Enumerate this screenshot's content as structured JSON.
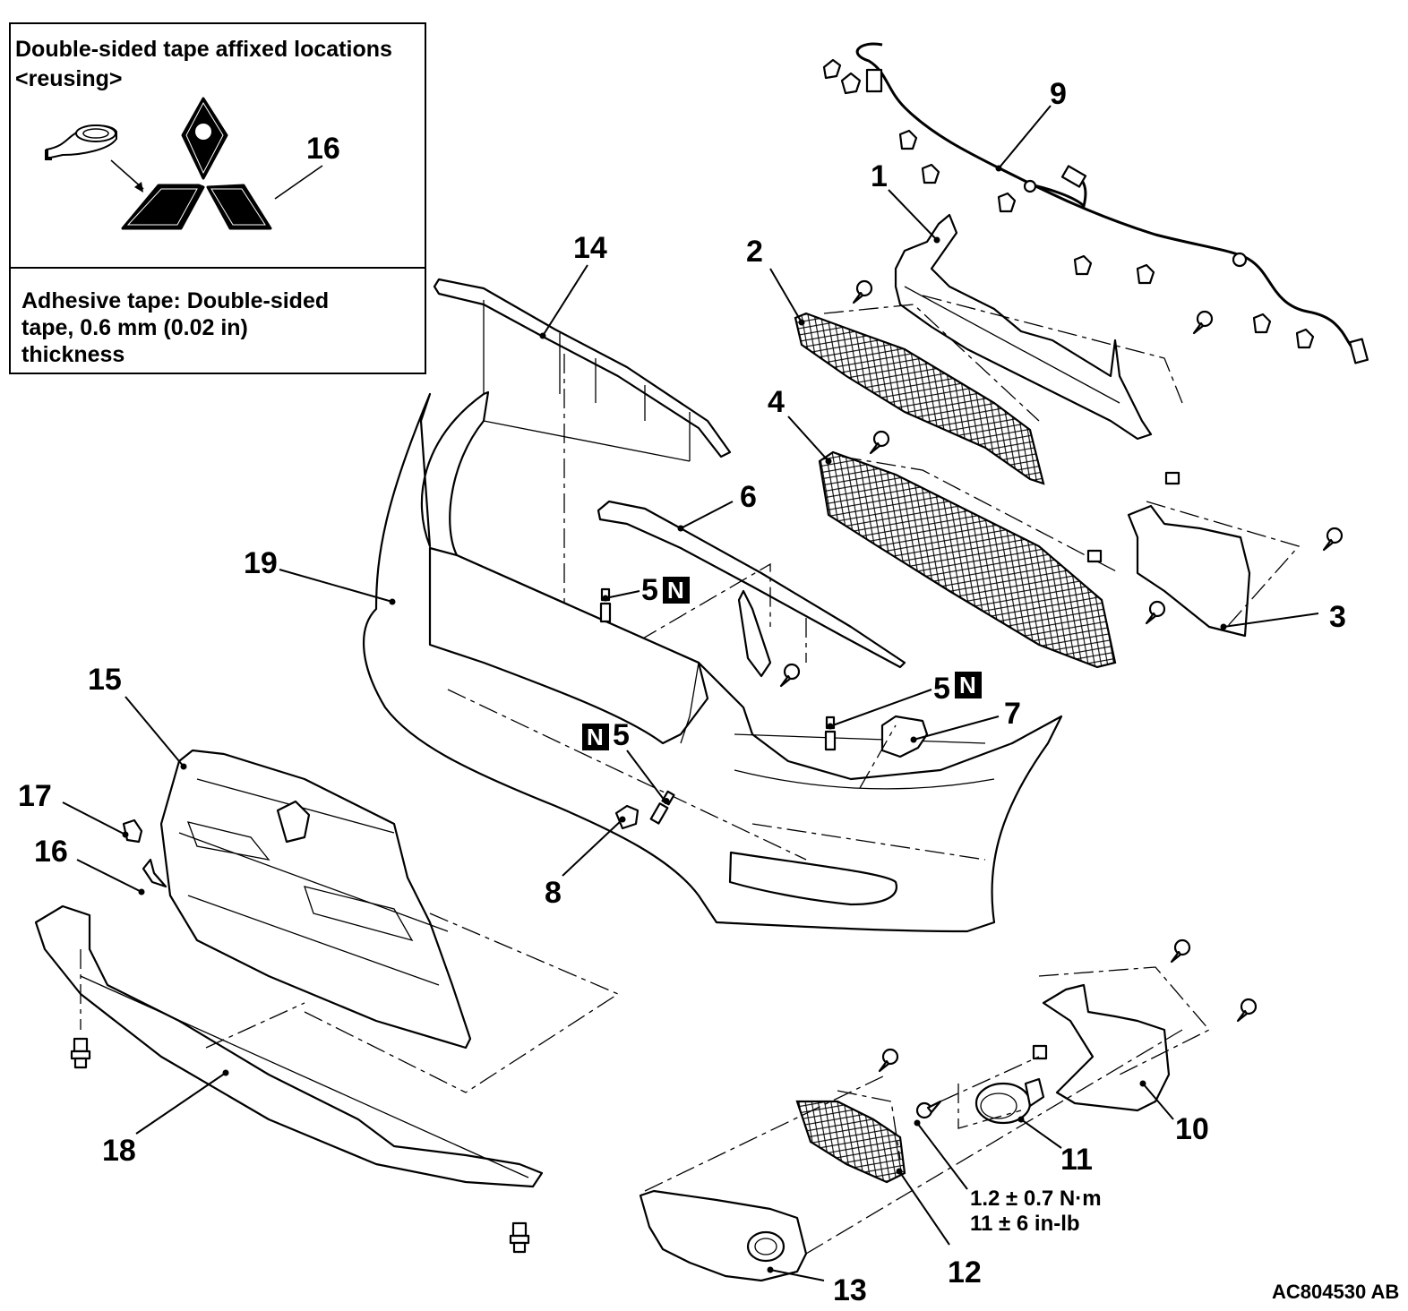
{
  "figure": {
    "type": "exploded-parts-diagram",
    "subject": "Front bumper assembly",
    "reference_code": "AC804530 AB"
  },
  "inset": {
    "title_line1": "Double-sided tape affixed locations",
    "title_line2": "<reusing>",
    "part_callout": "16",
    "spec_line1": "Adhesive tape: Double-sided",
    "spec_line2": "tape, 0.6 mm (0.02 in)",
    "spec_line3": "thickness"
  },
  "callouts": {
    "c1": "1",
    "c2": "2",
    "c3": "3",
    "c4": "4",
    "c5a": "5",
    "c5b": "5",
    "c5c": "5",
    "c6": "6",
    "c7": "7",
    "c8": "8",
    "c9": "9",
    "c10": "10",
    "c11": "11",
    "c12": "12",
    "c13": "13",
    "c14": "14",
    "c15": "15",
    "c16": "16",
    "c17": "17",
    "c18": "18",
    "c19": "19"
  },
  "badge": {
    "letter": "N",
    "meaning": "non-reusable part"
  },
  "torque_spec": {
    "line1": "1.2 ± 0.7 N·m",
    "line2": "11 ± 6 in-lb"
  }
}
